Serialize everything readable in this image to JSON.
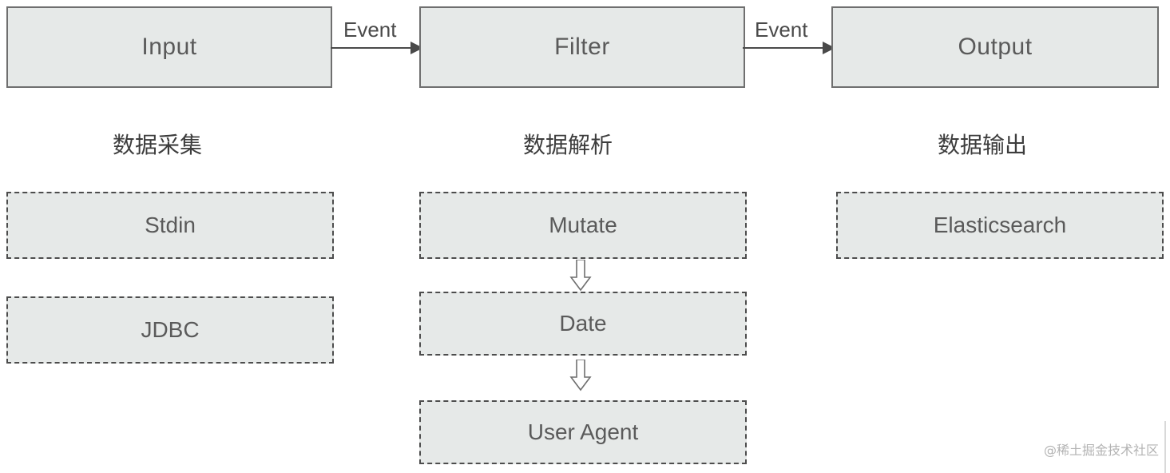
{
  "diagram": {
    "type": "flow",
    "pipeline": [
      {
        "id": "input",
        "label": "Input"
      },
      {
        "id": "filter",
        "label": "Filter"
      },
      {
        "id": "output",
        "label": "Output"
      }
    ],
    "connector_labels": [
      "Event",
      "Event"
    ],
    "captions": [
      {
        "id": "collect",
        "label": "数据采集"
      },
      {
        "id": "parse",
        "label": "数据解析"
      },
      {
        "id": "output",
        "label": "数据输出"
      }
    ],
    "plugins": {
      "input": [
        {
          "label": "Stdin"
        },
        {
          "label": "JDBC"
        }
      ],
      "filter": [
        {
          "label": "Mutate"
        },
        {
          "label": "Date"
        },
        {
          "label": "User Agent"
        }
      ],
      "output": [
        {
          "label": "Elasticsearch"
        }
      ]
    },
    "colors": {
      "box_fill": "#e6e9e8",
      "box_border": "#6f6f6f",
      "dashed_border": "#4d4d4d",
      "text": "#5a5a5a",
      "caption_text": "#3d3d3d",
      "watermark": "#b3b3b3",
      "background": "#ffffff"
    }
  },
  "watermark": {
    "text": "@稀土掘金技术社区"
  }
}
